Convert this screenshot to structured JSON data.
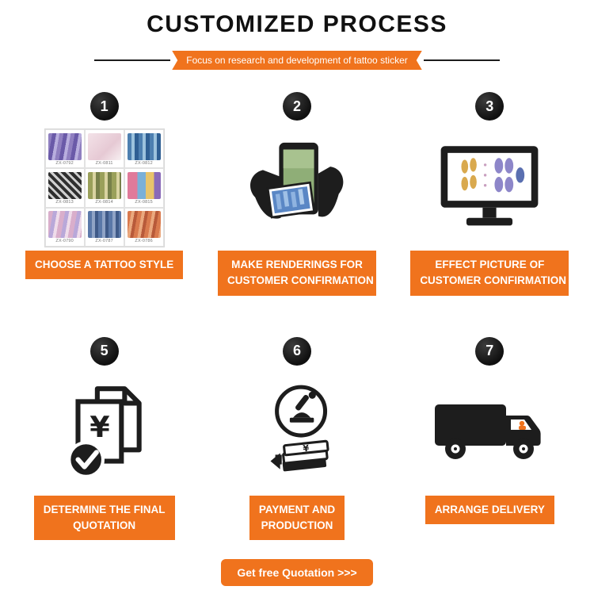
{
  "page": {
    "title": "CUSTOMIZED PROCESS",
    "subtitle": "Focus on research and development of tattoo sticker",
    "cta": "Get free Quotation >>>"
  },
  "colors": {
    "accent": "#F0731D",
    "icon": "#1D1D1D",
    "text": "#111111"
  },
  "steps": [
    {
      "number": "1",
      "icon": "tattoo-style-grid",
      "label_lines": [
        "CHOOSE A TATTOO STYLE"
      ]
    },
    {
      "number": "2",
      "icon": "tablet-in-hands",
      "label_lines": [
        "MAKE RENDERINGS FOR",
        "CUSTOMER CONFIRMATION"
      ]
    },
    {
      "number": "3",
      "icon": "desktop-monitor",
      "label_lines": [
        "EFFECT PICTURE OF",
        "CUSTOMER CONFIRMATION"
      ]
    },
    {
      "number": "5",
      "icon": "quotation-documents",
      "label_lines": [
        "DETERMINE THE FINAL",
        "QUOTATION"
      ]
    },
    {
      "number": "6",
      "icon": "stamp-and-money",
      "label_lines": [
        "PAYMENT AND",
        "PRODUCTION"
      ]
    },
    {
      "number": "7",
      "icon": "delivery-truck",
      "label_lines": [
        "ARRANGE DELIVERY"
      ]
    }
  ],
  "product_codes": [
    "ZX-0792",
    "ZX-0811",
    "ZX-0812",
    "ZX-0813",
    "ZX-0814",
    "ZX-0815",
    "ZX-0790",
    "ZX-0787",
    "ZX-0786"
  ]
}
